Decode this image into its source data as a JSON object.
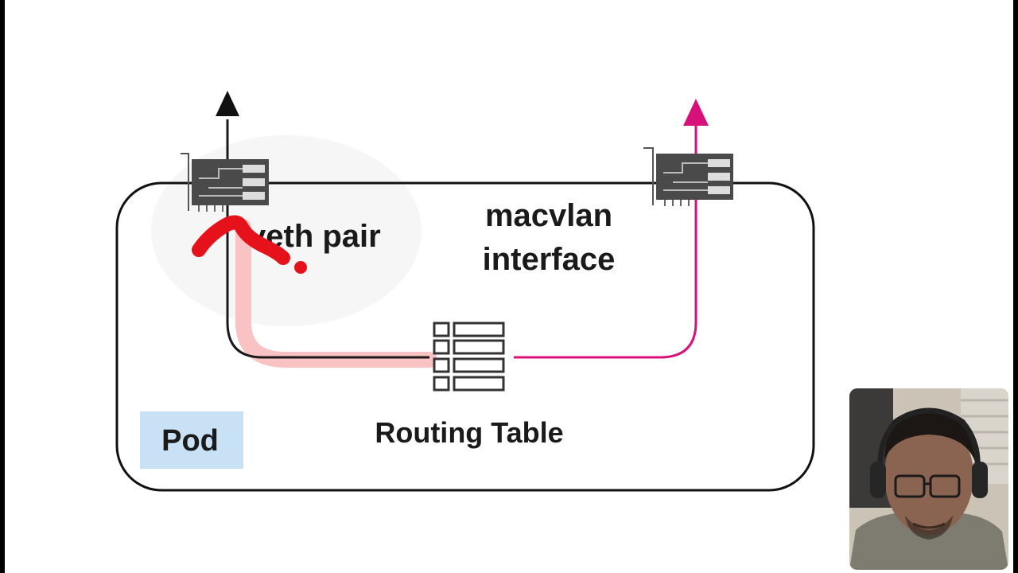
{
  "diagram": {
    "labels": {
      "veth": "veth pair",
      "macvlan_line1": "macvlan",
      "macvlan_line2": "interface",
      "routing_table": "Routing Table",
      "pod": "Pod"
    },
    "colors": {
      "pod_badge": "#c9e1f5",
      "veth_path": "#1a1a1a",
      "macvlan_path": "#d8117a",
      "highlight": "#f7b7b7",
      "annotation": "#e5121b"
    },
    "icons": [
      "network-card-icon",
      "routing-table-icon",
      "arrow-up-icon"
    ]
  },
  "webcam": {
    "icon": "presenter-webcam"
  }
}
